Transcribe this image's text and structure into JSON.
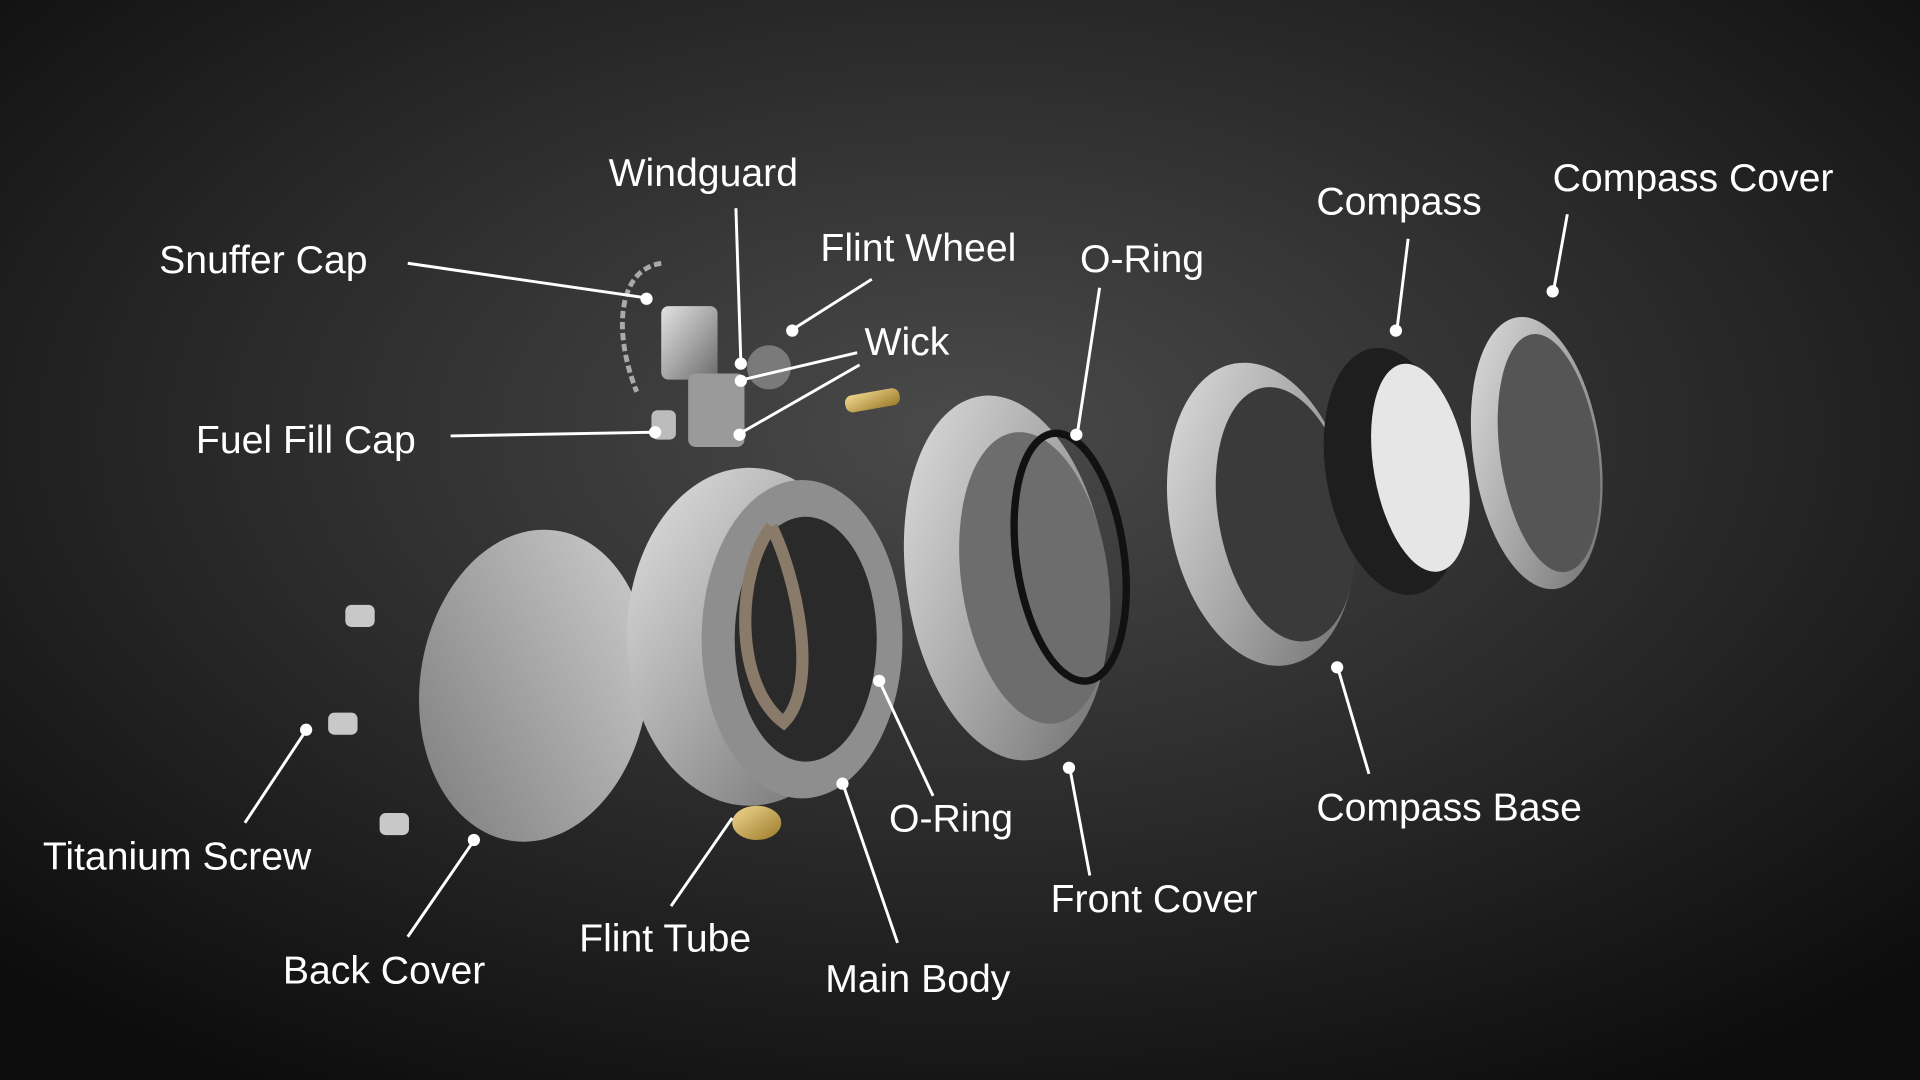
{
  "diagram": {
    "type": "exploded-view",
    "colors": {
      "background": "#1b1b1b",
      "metal": "#b9b9b9",
      "label": "#ffffff",
      "brass": "#c9a64a",
      "compass_dark": "#1e1e1e"
    },
    "labels": {
      "windguard": "Windguard",
      "snuffer_cap": "Snuffer Cap",
      "flint_wheel": "Flint Wheel",
      "wick": "Wick",
      "o_ring_top": "O-Ring",
      "compass": "Compass",
      "compass_cover": "Compass Cover",
      "fuel_fill_cap": "Fuel Fill Cap",
      "titanium_screw": "Titanium Screw",
      "back_cover": "Back Cover",
      "flint_tube": "Flint Tube",
      "main_body": "Main Body",
      "o_ring_bottom": "O-Ring",
      "front_cover": "Front Cover",
      "compass_base": "Compass Base"
    }
  }
}
